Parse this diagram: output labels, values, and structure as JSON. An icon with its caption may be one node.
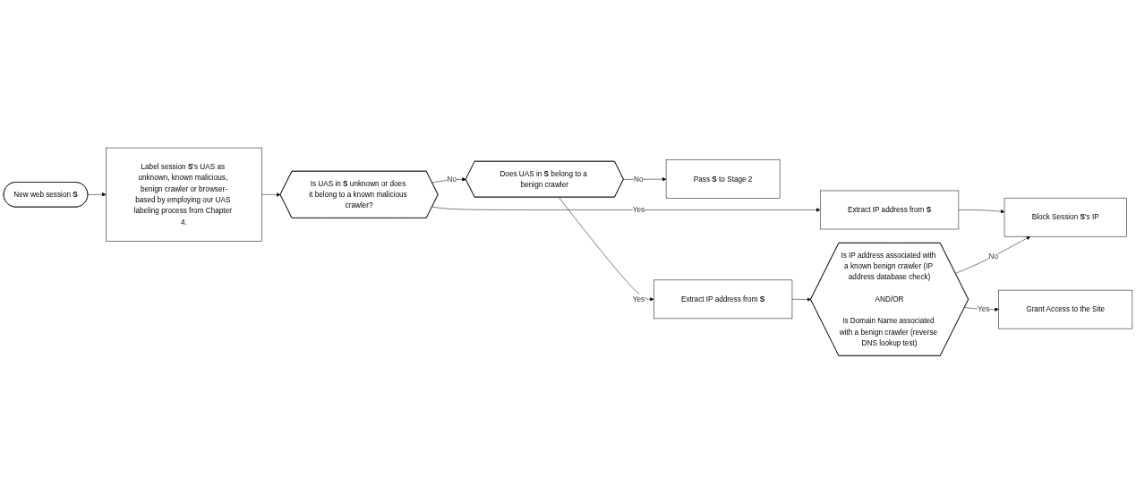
{
  "diagram": {
    "nodes": [
      {
        "text": [
          "New web session **S**"
        ]
      },
      {
        "text": [
          "Label session **S**'s UAS as unknown, known malicious, benign crawler or browser-based by employing our UAS labeling process from Chapter 4."
        ]
      },
      {
        "text": [
          "Is UAS in **S** unknown or does it belong to a known malicious crawler?"
        ]
      },
      {
        "text": [
          "Does UAS in **S** belong to a benign crawler"
        ]
      },
      {
        "text": [
          "Pass **S** to Stage 2"
        ]
      },
      {
        "text": [
          "Extract IP address from **S**"
        ]
      },
      {
        "text": [
          "Extract IP address from **S**"
        ]
      },
      {
        "text": [
          "Is IP address associated with a known benign crawler (IP address database check)",
          "AND/OR",
          "Is Domain Name associated with a benign crawler (reverse DNS lookup test)"
        ]
      },
      {
        "text": [
          "Block Session **S**'s IP"
        ]
      },
      {
        "text": [
          "Grant Access to the Site"
        ]
      }
    ],
    "edges": [
      {
        "from": 0,
        "to": 1,
        "arrow": "to"
      },
      {
        "from": 1,
        "to": 2,
        "arrow": "to"
      },
      {
        "from": 2,
        "to": 3,
        "arrow": "to",
        "label": "No"
      },
      {
        "from": 3,
        "to": 4,
        "arrow": "to",
        "label": "No"
      },
      {
        "from": 3,
        "to": 5,
        "arrow": "to",
        "label": "Yes"
      },
      {
        "from": 2,
        "to": 6,
        "arrow": "to",
        "label": "Yes"
      },
      {
        "from": 6,
        "to": 8,
        "arrow": "to"
      },
      {
        "from": 5,
        "to": 7,
        "arrow": "to"
      },
      {
        "from": 7,
        "to": 8,
        "arrow": "to",
        "label": "No"
      },
      {
        "from": 7,
        "to": 9,
        "arrow": "to",
        "label": "Yes"
      }
    ]
  }
}
